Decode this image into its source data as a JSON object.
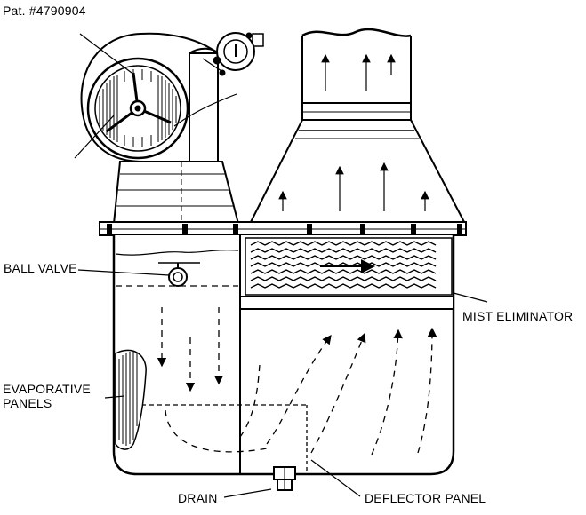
{
  "patent": "Pat. #4790904",
  "callouts": {
    "ball_valve": "BALL VALVE",
    "mist_eliminator": "MIST ELIMINATOR",
    "evaporative_line1": "EVAPORATIVE",
    "evaporative_line2": "PANELS",
    "drain": "DRAIN",
    "deflector_panel": "DEFLECTOR PANEL"
  },
  "colors": {
    "ink": "#000000",
    "paper": "#ffffff"
  }
}
